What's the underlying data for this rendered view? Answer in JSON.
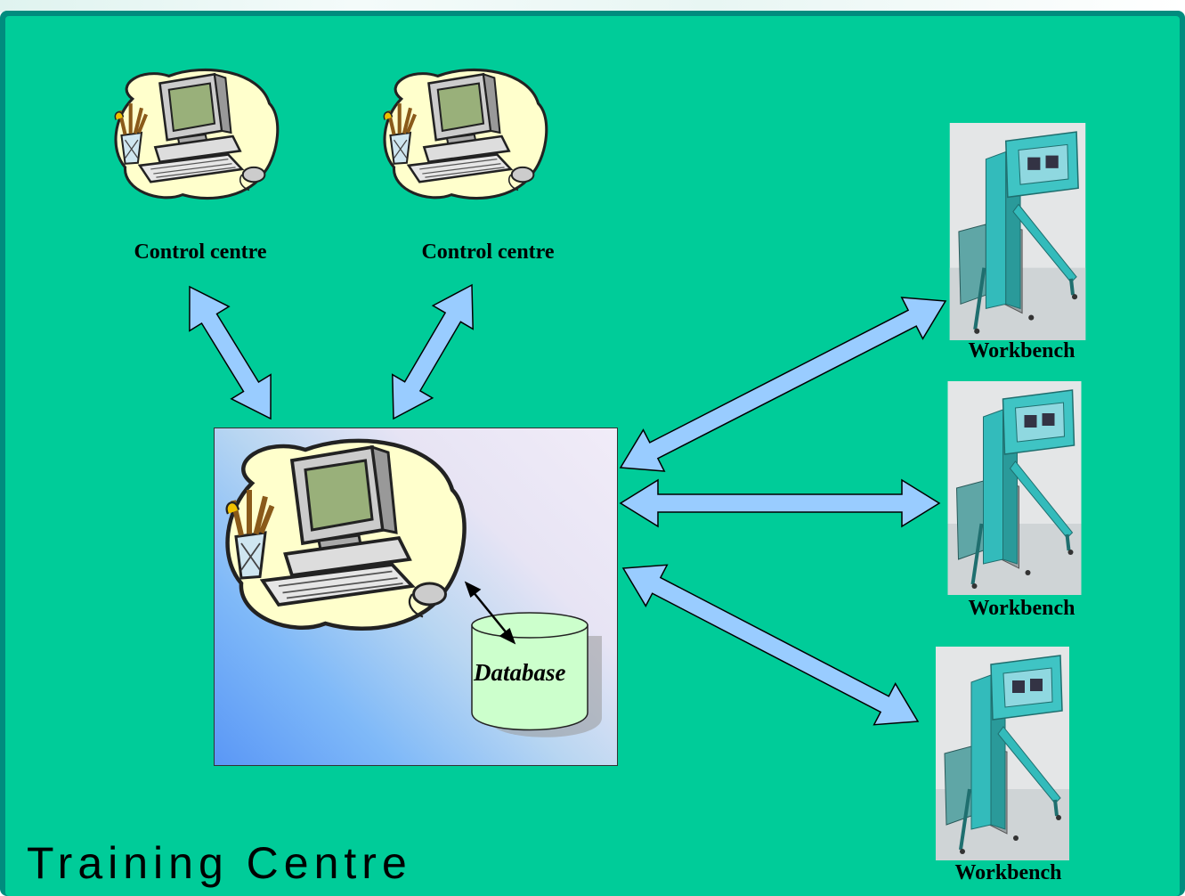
{
  "diagram": {
    "title": "Training Centre",
    "control_centres": [
      {
        "label": "Control centre"
      },
      {
        "label": "Control centre"
      }
    ],
    "workbenches": [
      {
        "label": "Workbench"
      },
      {
        "label": "Workbench"
      },
      {
        "label": "Workbench"
      }
    ],
    "database_label": "Database",
    "colors": {
      "background": "#00cc99",
      "border": "#008c7e",
      "arrow_fill": "#99ccff",
      "database_fill": "#ccffcc",
      "machine_teal": "#33bbbb"
    },
    "icons": [
      "computer-clipart-icon",
      "workbench-machine-icon",
      "database-cylinder-icon",
      "double-arrow-icon"
    ]
  }
}
